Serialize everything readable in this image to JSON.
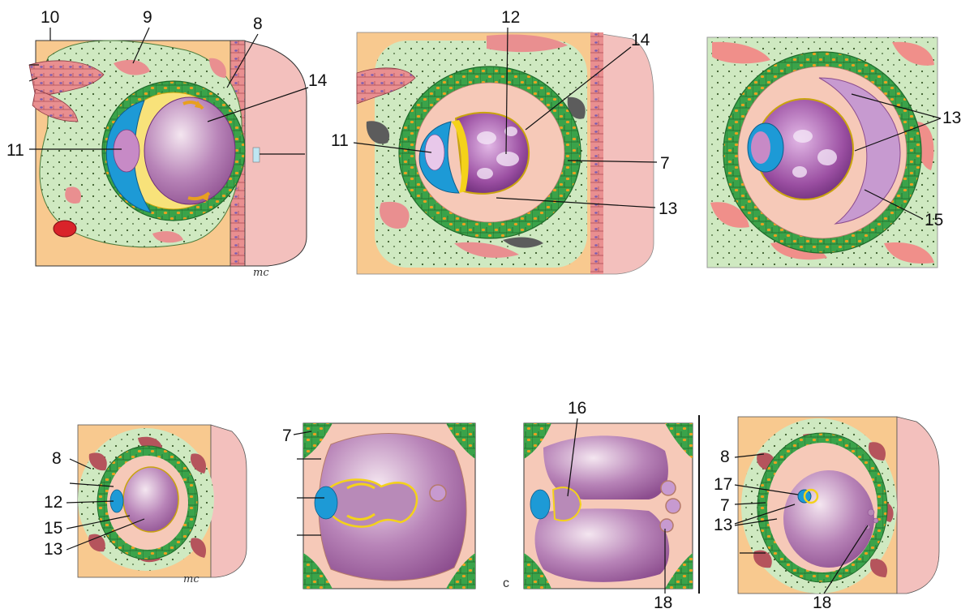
{
  "colors": {
    "decidua": "#f8c98f",
    "connective": "#cfe9c1",
    "trophoblast": "#3aa34a",
    "trophoblast_nucleus": "#e8a020",
    "chorion": "#f6c9b8",
    "amnion": "#f4d21a",
    "epiblast": "#1d9ad6",
    "yolk_sac": "#9b4fa2",
    "uterine_gland": "#e98f90",
    "blood": "#d9232a",
    "wall": "#f08f8a"
  },
  "panels": {
    "p1": {
      "labels": [
        "10",
        "9",
        "8",
        "14",
        "11"
      ],
      "signature": "mc"
    },
    "p2": {
      "labels": [
        "12",
        "14",
        "11",
        "7",
        "13"
      ]
    },
    "p3": {
      "labels": [
        "13",
        "15"
      ]
    },
    "p4": {
      "labels": [
        "8",
        "12",
        "15",
        "13"
      ],
      "signature": "mc"
    },
    "p5": {
      "labels": [
        "7"
      ]
    },
    "p6": {
      "labels": [
        "16",
        "18"
      ],
      "corner_letter": "c"
    },
    "p7": {
      "labels": [
        "8",
        "17",
        "7",
        "13",
        "18"
      ]
    }
  }
}
